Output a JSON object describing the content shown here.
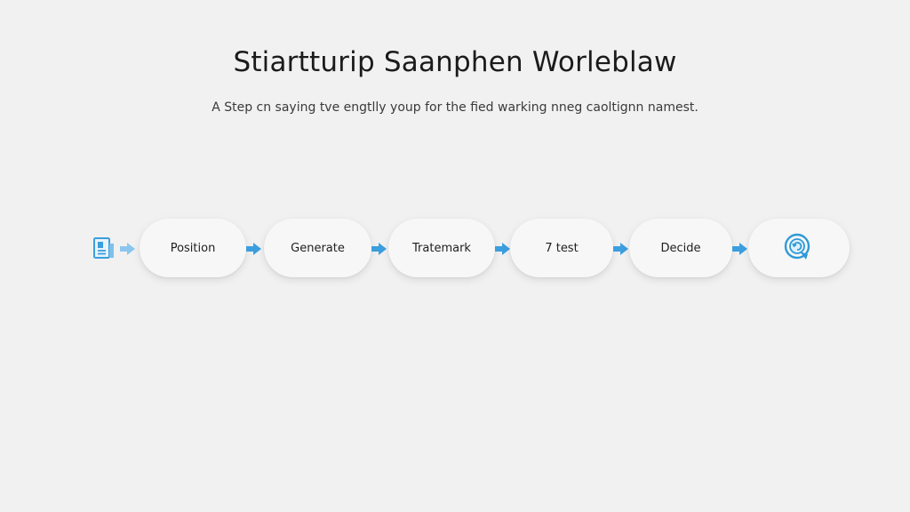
{
  "header": {
    "title": "Stiartturip Saanphen Worleblaw",
    "subtitle": "A Step cn saying tve engtlly youp for the fied warking nneg caoltignn namest."
  },
  "flow": {
    "start_icon": "document-icon",
    "end_icon": "target-refresh-icon",
    "steps": [
      {
        "label": "Position"
      },
      {
        "label": "Generate"
      },
      {
        "label": "Tratemark"
      },
      {
        "label": "7 test"
      },
      {
        "label": "Decide"
      }
    ]
  },
  "colors": {
    "accent": "#3b9ede",
    "background": "#f1f1f2",
    "node": "#f7f7f8"
  }
}
